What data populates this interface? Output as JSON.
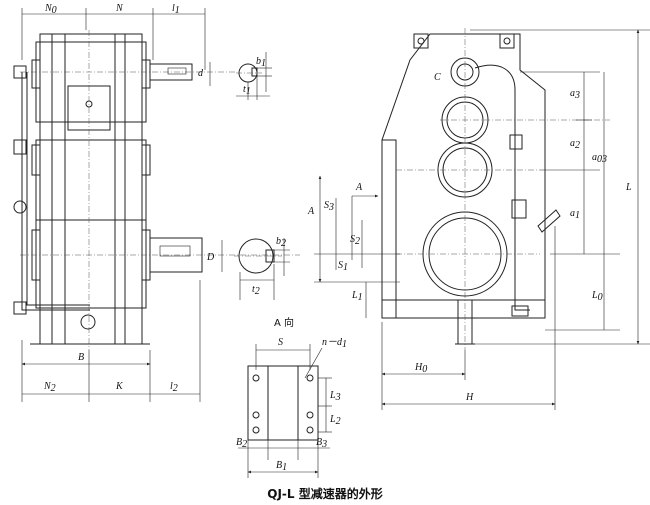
{
  "caption": "QJ-L 型减速器的外形",
  "view_label": "A 向",
  "arrow_label": "A",
  "labels": {
    "N0": "N",
    "N0_sub": "0",
    "N": "N",
    "l1": "l",
    "l1_sub": "1",
    "d": "d",
    "b1": "b",
    "b1_sub": "1",
    "t1": "t",
    "t1_sub": "1",
    "D": "D",
    "b2": "b",
    "b2_sub": "2",
    "t2": "t",
    "t2_sub": "2",
    "B": "B",
    "N2": "N",
    "N2_sub": "2",
    "K": "K",
    "l2": "l",
    "l2_sub": "2",
    "S": "S",
    "n_d1": "n－d",
    "n_d1_sub": "1",
    "L3": "L",
    "L3_sub": "3",
    "L2": "L",
    "L2_sub": "2",
    "B2": "B",
    "B2_sub": "2",
    "B3": "B",
    "B3_sub": "3",
    "B1": "B",
    "B1_sub": "1",
    "A": "A",
    "S3": "S",
    "S3_sub": "3",
    "S2": "S",
    "S2_sub": "2",
    "S1": "S",
    "S1_sub": "1",
    "L1": "L",
    "L1_sub": "1",
    "C": "C",
    "a3": "a",
    "a3_sub": "3",
    "a2": "a",
    "a2_sub": "2",
    "a03": "a",
    "a03_sub": "03",
    "a1": "a",
    "a1_sub": "1",
    "L0": "L",
    "L0_sub": "0",
    "L": "L",
    "H0": "H",
    "H0_sub": "0",
    "H": "H"
  }
}
